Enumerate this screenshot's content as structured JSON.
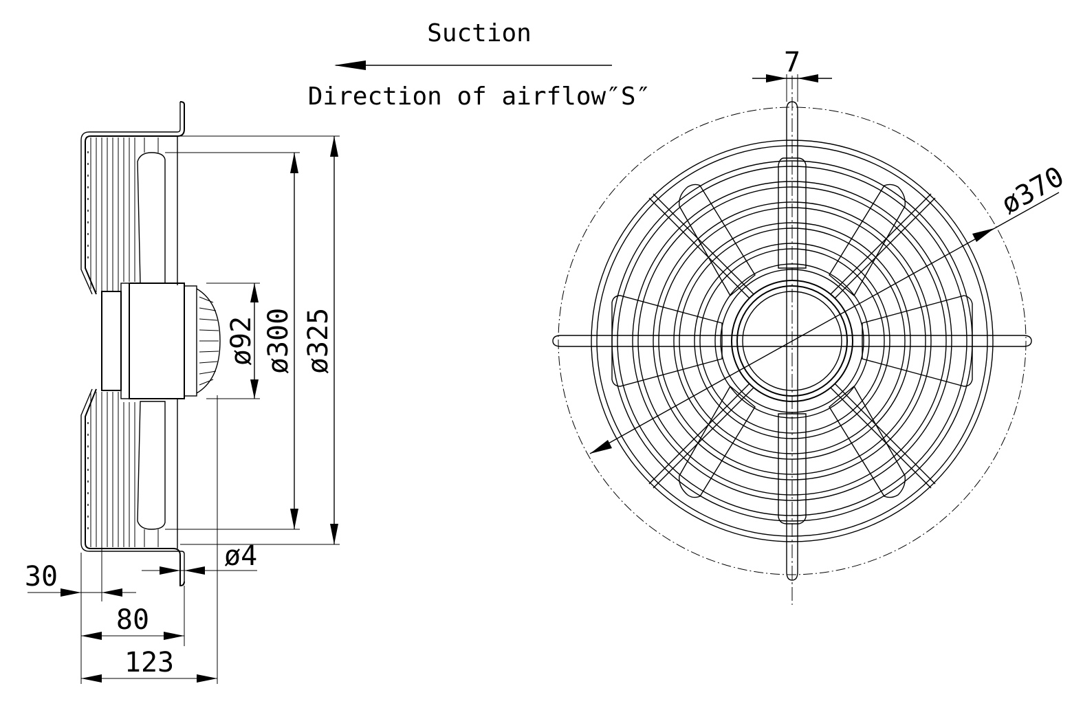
{
  "flow": {
    "suction_label": "Suction",
    "direction_label": "Direction of airflow″S″"
  },
  "side_view": {
    "dim_92": "ø92",
    "dim_300": "ø300",
    "dim_325": "ø325",
    "dim_hole": "ø4",
    "dim_30": "30",
    "dim_80": "80",
    "dim_123": "123"
  },
  "front_view": {
    "dim_7": "7",
    "dim_370": "ø370"
  },
  "colors": {
    "line": "#000000",
    "background": "#ffffff"
  }
}
